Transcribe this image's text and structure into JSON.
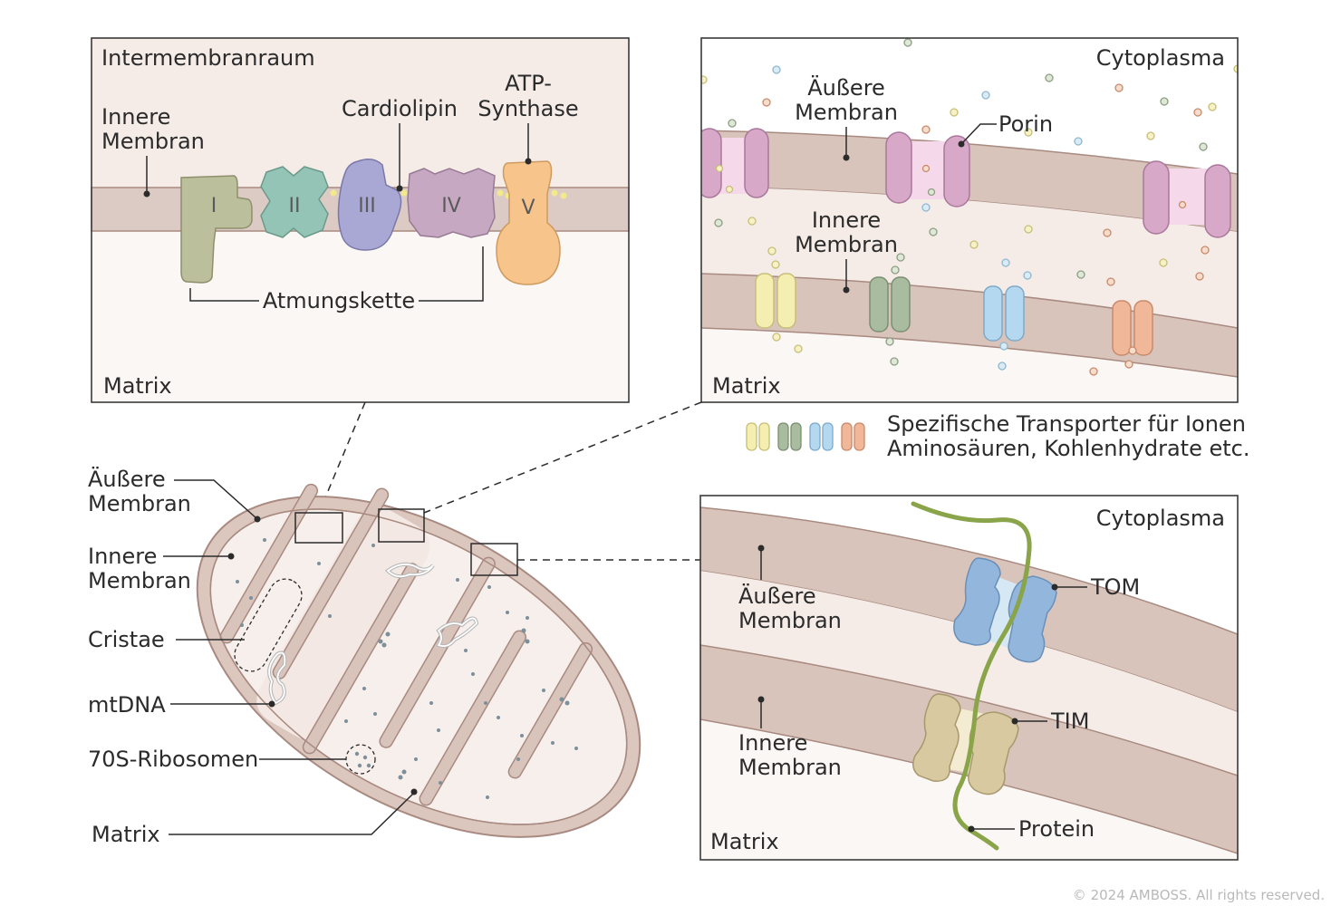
{
  "copyright": "© 2024 AMBOSS. All rights reserved.",
  "panel_respiratory": {
    "intermembrane_label": "Intermembranraum",
    "inner_membrane_label": [
      "Innere",
      "Membran"
    ],
    "cardiolipin_label": "Cardiolipin",
    "atp_synthase_label": [
      "ATP-",
      "Synthase"
    ],
    "complexes": [
      "I",
      "II",
      "III",
      "IV",
      "V"
    ],
    "chain_label": "Atmungskette",
    "matrix_label": "Matrix"
  },
  "panel_porin": {
    "cytoplasm_label": "Cytoplasma",
    "outer_membrane_label": [
      "Äußere",
      "Membran"
    ],
    "porin_label": "Porin",
    "inner_membrane_label": [
      "Innere",
      "Membran"
    ],
    "matrix_label": "Matrix"
  },
  "legend": {
    "text": [
      "Spezifische Transporter für Ionen",
      "Aminosäuren, Kohlenhydrate etc."
    ]
  },
  "mitochondrion": {
    "labels": {
      "outer_membrane": [
        "Äußere",
        "Membran"
      ],
      "inner_membrane": [
        "Innere",
        "Membran"
      ],
      "cristae": "Cristae",
      "mtdna": "mtDNA",
      "ribosomes": "70S-Ribosomen",
      "matrix": "Matrix"
    }
  },
  "panel_import": {
    "cytoplasm_label": "Cytoplasma",
    "outer_membrane_label": [
      "Äußere",
      "Membran"
    ],
    "tom_label": "TOM",
    "inner_membrane_label": [
      "Innere",
      "Membran"
    ],
    "tim_label": "TIM",
    "protein_label": "Protein",
    "matrix_label": "Matrix"
  },
  "colors": {
    "membrane": "#d9c4bb",
    "membrane_stroke": "#a88a80",
    "panel_bg": "#f6eeea",
    "matrix_bg": "#fbf7f5",
    "complex_I": "#bcbf9c",
    "complex_II": "#93c4b5",
    "complex_III": "#a9a7d4",
    "complex_IV": "#c6a8c2",
    "complex_V": "#f7c48c",
    "porin": "#d7a8c8",
    "tom": "#93b6dc",
    "tim": "#d8c9a0",
    "protein": "#8aa44a"
  }
}
